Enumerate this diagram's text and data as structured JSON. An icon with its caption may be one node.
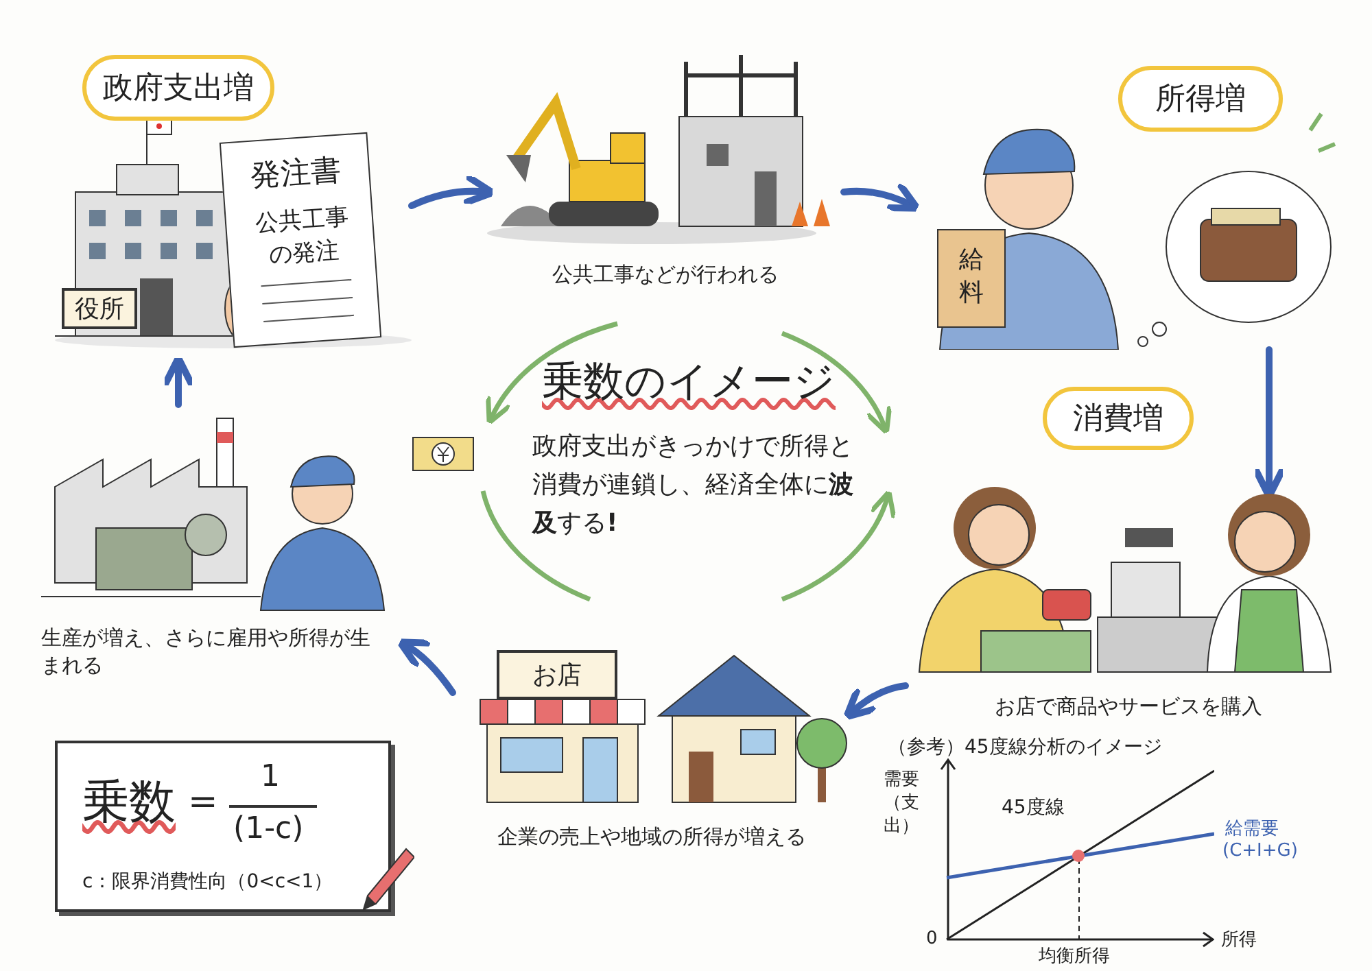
{
  "diagram": {
    "title": "乗数のイメージ",
    "nodes": [
      {
        "text": [],
        "shape": "picture"
      },
      {
        "text": [
          "政府支出増"
        ]
      },
      {
        "text": [
          "役所"
        ],
        "in": 0
      },
      {
        "text": [
          "発注書",
          "公共工事の発注"
        ],
        "in": 0
      },
      {
        "text": [],
        "shape": "picture",
        "beside": [
          "公共工事などが行われる"
        ]
      },
      {
        "text": [],
        "shape": "picture"
      },
      {
        "text": [
          "所得増"
        ]
      },
      {
        "text": [
          "給料"
        ],
        "in": 5
      },
      {
        "text": [],
        "shape": "picture",
        "beside": [
          "お店で商品やサービスを購入"
        ]
      },
      {
        "text": [
          "消費増"
        ]
      },
      {
        "text": [],
        "shape": "picture",
        "beside": [
          "企業の売上や地域の所得が増える"
        ]
      },
      {
        "text": [
          "お店"
        ],
        "in": 10
      },
      {
        "text": [],
        "shape": "picture",
        "beside": [
          "生産が増え、さらに雇用や所得が生まれる"
        ]
      },
      {
        "text": [
          "乗数",
          "=",
          "1",
          "(1-c)",
          "c：限界消費性向（0<c<1）"
        ]
      }
    ],
    "edges": [
      {
        "from": 0,
        "to": 4,
        "arrow": "to"
      },
      {
        "from": 4,
        "to": 5,
        "arrow": "to"
      },
      {
        "from": 5,
        "to": 8,
        "arrow": "to"
      },
      {
        "from": 8,
        "to": 10,
        "arrow": "to"
      },
      {
        "from": 10,
        "to": 12,
        "arrow": "to"
      },
      {
        "from": 12,
        "to": 0,
        "arrow": "to"
      }
    ],
    "labels": [
      "政府支出がきっかけで所得と消費が連鎖し、経済全体に**波及**する**!**",
      "（参考）45度線分析のイメージ",
      "需要（支出）",
      "45度線",
      "給需要",
      "(C+I+G)",
      "0",
      "所得",
      "均衡所得"
    ]
  }
}
